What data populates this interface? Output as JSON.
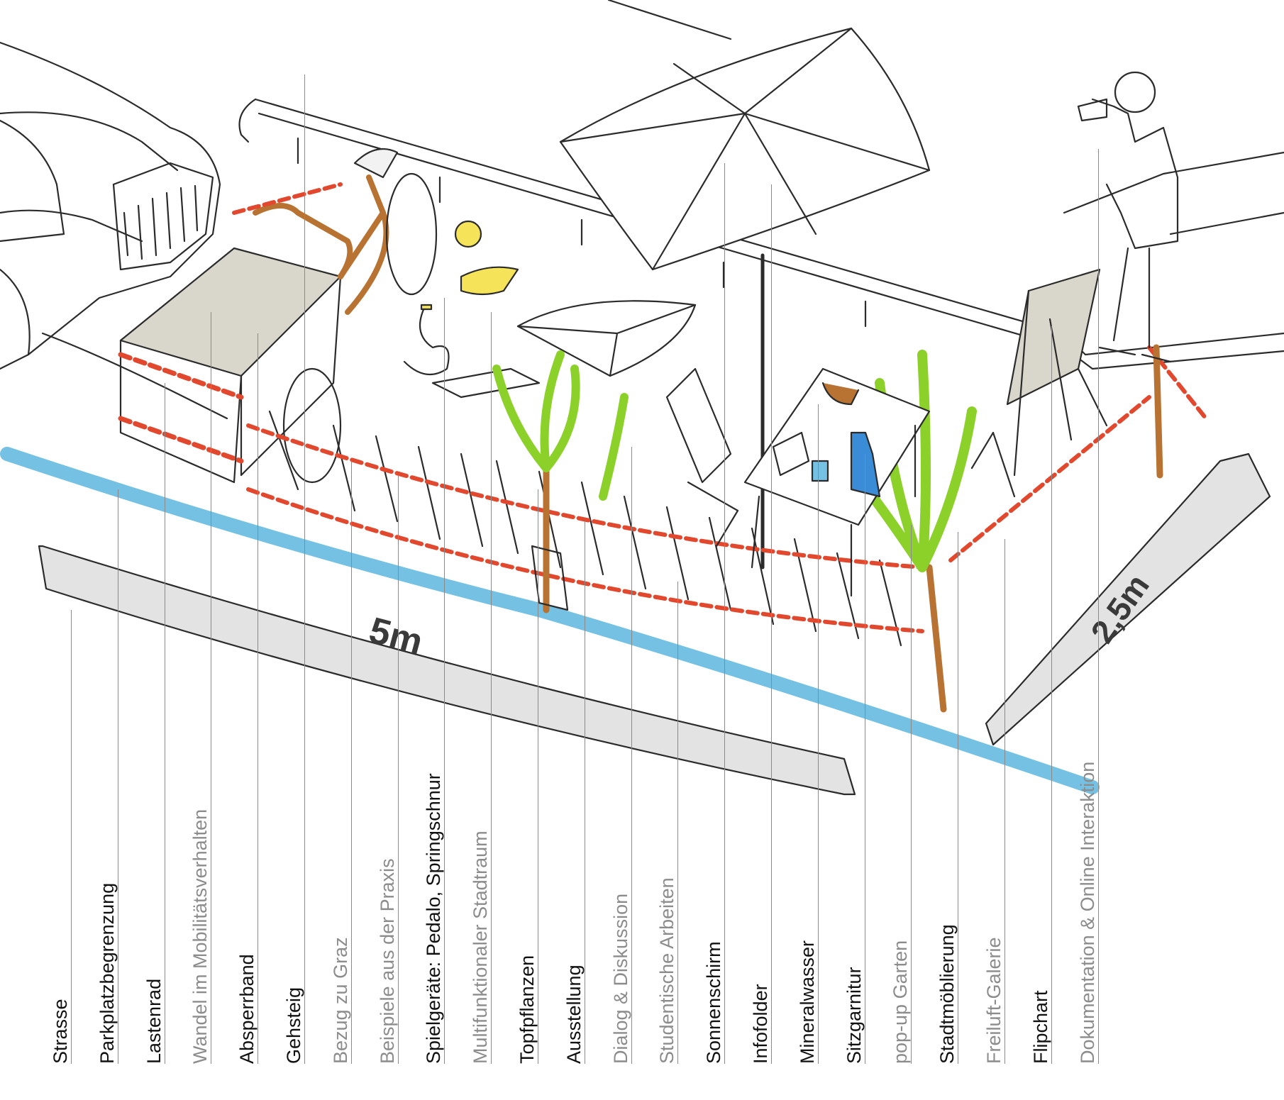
{
  "colors": {
    "ink": "#2b2b2b",
    "tape_red": "#e2482e",
    "wood": "#b87333",
    "plant_green": "#8cd02a",
    "ground_grey": "#e3e3e3",
    "water_blue": "#74c1e3",
    "bottle_blue": "#3a8cd6",
    "label_main": "#111111",
    "label_sub": "#8c8c8c"
  },
  "dimensions": {
    "length": "5m",
    "width": "2,5m"
  },
  "labels": [
    {
      "text": "Strasse",
      "tone": "main"
    },
    {
      "text": "Parkplatzbegrenzung",
      "tone": "main"
    },
    {
      "text": "Lastenrad",
      "tone": "main"
    },
    {
      "text": "Wandel im Mobilitätsverhalten",
      "tone": "sub"
    },
    {
      "text": "Absperrband",
      "tone": "main"
    },
    {
      "text": "Gehsteig",
      "tone": "main"
    },
    {
      "text": "Bezug zu Graz",
      "tone": "sub"
    },
    {
      "text": "Beispiele aus der Praxis",
      "tone": "sub"
    },
    {
      "text": "Spielgeräte: Pedalo, Springschnur",
      "tone": "main"
    },
    {
      "text": "Multifunktionaler Stadtraum",
      "tone": "sub"
    },
    {
      "text": "Topfpflanzen",
      "tone": "main"
    },
    {
      "text": "Ausstellung",
      "tone": "main"
    },
    {
      "text": "Dialog & Diskussion",
      "tone": "sub"
    },
    {
      "text": "Studentische Arbeiten",
      "tone": "sub"
    },
    {
      "text": "Sonnenschirm",
      "tone": "main"
    },
    {
      "text": "Infofolder",
      "tone": "main"
    },
    {
      "text": "Mineralwasser",
      "tone": "main"
    },
    {
      "text": "Sitzgarnitur",
      "tone": "main"
    },
    {
      "text": "pop-up Garten",
      "tone": "sub"
    },
    {
      "text": "Stadtmöblierung",
      "tone": "main"
    },
    {
      "text": "Freiluft-Galerie",
      "tone": "sub"
    },
    {
      "text": "Flipchart",
      "tone": "main"
    },
    {
      "text": "Dokumentation & Online Interaktion",
      "tone": "sub"
    }
  ]
}
